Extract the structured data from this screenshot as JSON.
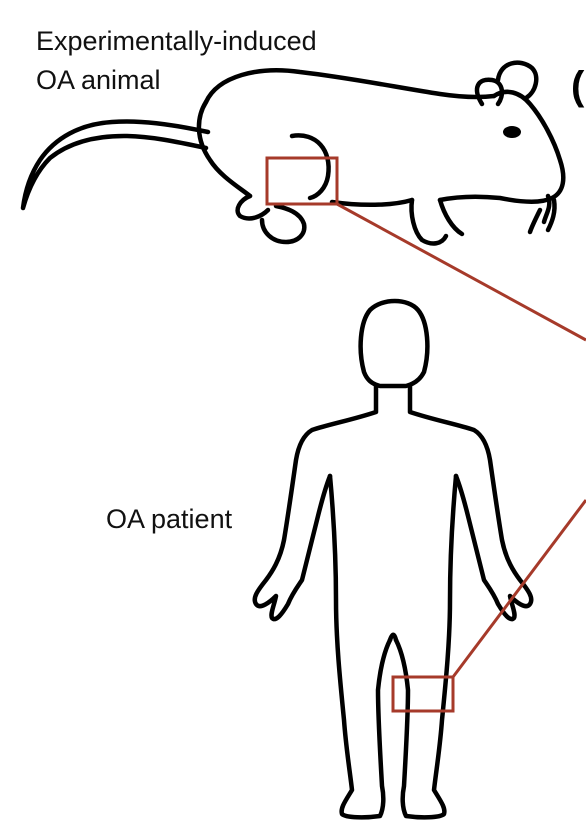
{
  "labels": {
    "animal_line1": "Experimentally-induced",
    "animal_line2": "OA animal",
    "patient": "OA patient",
    "panel_marker": "("
  },
  "colors": {
    "outline": "#000000",
    "highlight": "#a63a2a"
  },
  "icons": {
    "animal": "rat-outline-icon",
    "patient": "human-body-outline-icon"
  }
}
